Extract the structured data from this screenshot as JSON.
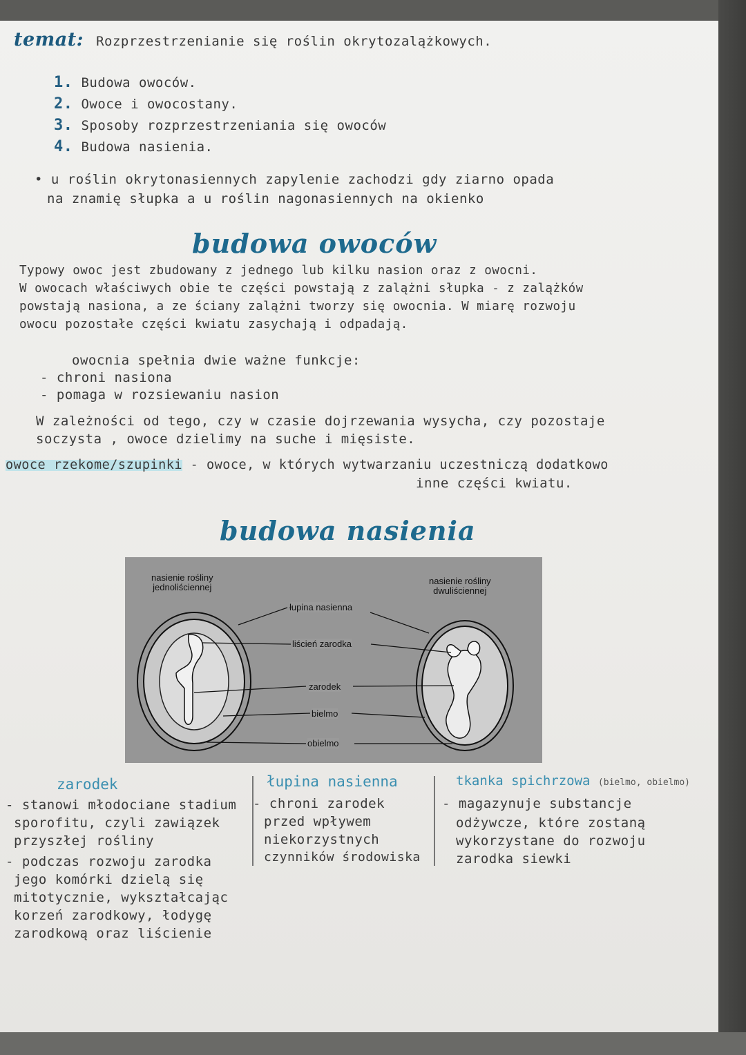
{
  "header": {
    "label": "temat:",
    "topic": "Rozprzestrzenianie się roślin okrytozalążkowych."
  },
  "outline": [
    {
      "num": "1.",
      "text": "Budowa owoców."
    },
    {
      "num": "2.",
      "text": "Owoce i owocostany."
    },
    {
      "num": "3.",
      "text": "Sposoby rozprzestrzeniania się owoców"
    },
    {
      "num": "4.",
      "text": "Budowa nasienia."
    }
  ],
  "note": {
    "line1": "• u roślin okrytonasiennych zapylenie zachodzi gdy ziarno opada",
    "line2": "na znamię słupka a u roślin nagonasiennych na okienko"
  },
  "section1": {
    "title": "budowa owoców",
    "p1": [
      "Typowy owoc jest zbudowany z jednego lub kilku nasion oraz z owocni.",
      "W owocach właściwych obie te części powstają z zalążni słupka - z zalążków",
      "powstają nasiona, a ze ściany zalążni tworzy się owocnia. W miarę rozwoju",
      "owocu pozostałe części kwiatu zasychają i odpadają."
    ],
    "owocnia_intro": "owocnia spełnia dwie ważne funkcje:",
    "functions": [
      "- chroni nasiona",
      "- pomaga w rozsiewaniu nasion"
    ],
    "p2": [
      "W zależności od tego, czy w czasie dojrzewania wysycha, czy pozostaje",
      "soczysta , owoce dzielimy na suche i mięsiste."
    ],
    "false_fruit_term": "owoce rzekome/szupinki",
    "false_fruit_def1": " - owoce, w których wytwarzaniu uczestniczą dodatkowo",
    "false_fruit_def2": "inne części kwiatu."
  },
  "section2": {
    "title": "budowa nasienia",
    "figure": {
      "left_label": "nasienie rośliny\njednoliściennej",
      "right_label": "nasienie rośliny\ndwuliściennej",
      "parts": [
        "łupina nasienna",
        "liścień zarodka",
        "zarodek",
        "bielmo",
        "obielmo"
      ]
    },
    "columns": [
      {
        "heading": "zarodek",
        "lines": [
          "- stanowi młodociane stadium",
          "sporofitu, czyli zawiązek",
          "przyszłej rośliny",
          "- podczas rozwoju zarodka",
          "jego komórki dzielą się",
          "mitotycznie, wykształcając",
          "korzeń zarodkowy, łodygę",
          "zarodkową oraz liścienie"
        ]
      },
      {
        "heading": "łupina nasienna",
        "lines": [
          "- chroni zarodek",
          "przed wpływem",
          "niekorzystnych",
          "czynników środowiska"
        ]
      },
      {
        "heading": "tkanka spichrzowa",
        "heading_note": "(bielmo, obielmo)",
        "lines": [
          "- magazynuje substancje",
          "odżywcze, które zostaną",
          "wykorzystane do rozwoju",
          "zarodka siewki"
        ]
      }
    ]
  },
  "colors": {
    "accent": "#3b8fb0",
    "heading": "#1e6a8e",
    "ink": "#3a3a3a"
  }
}
